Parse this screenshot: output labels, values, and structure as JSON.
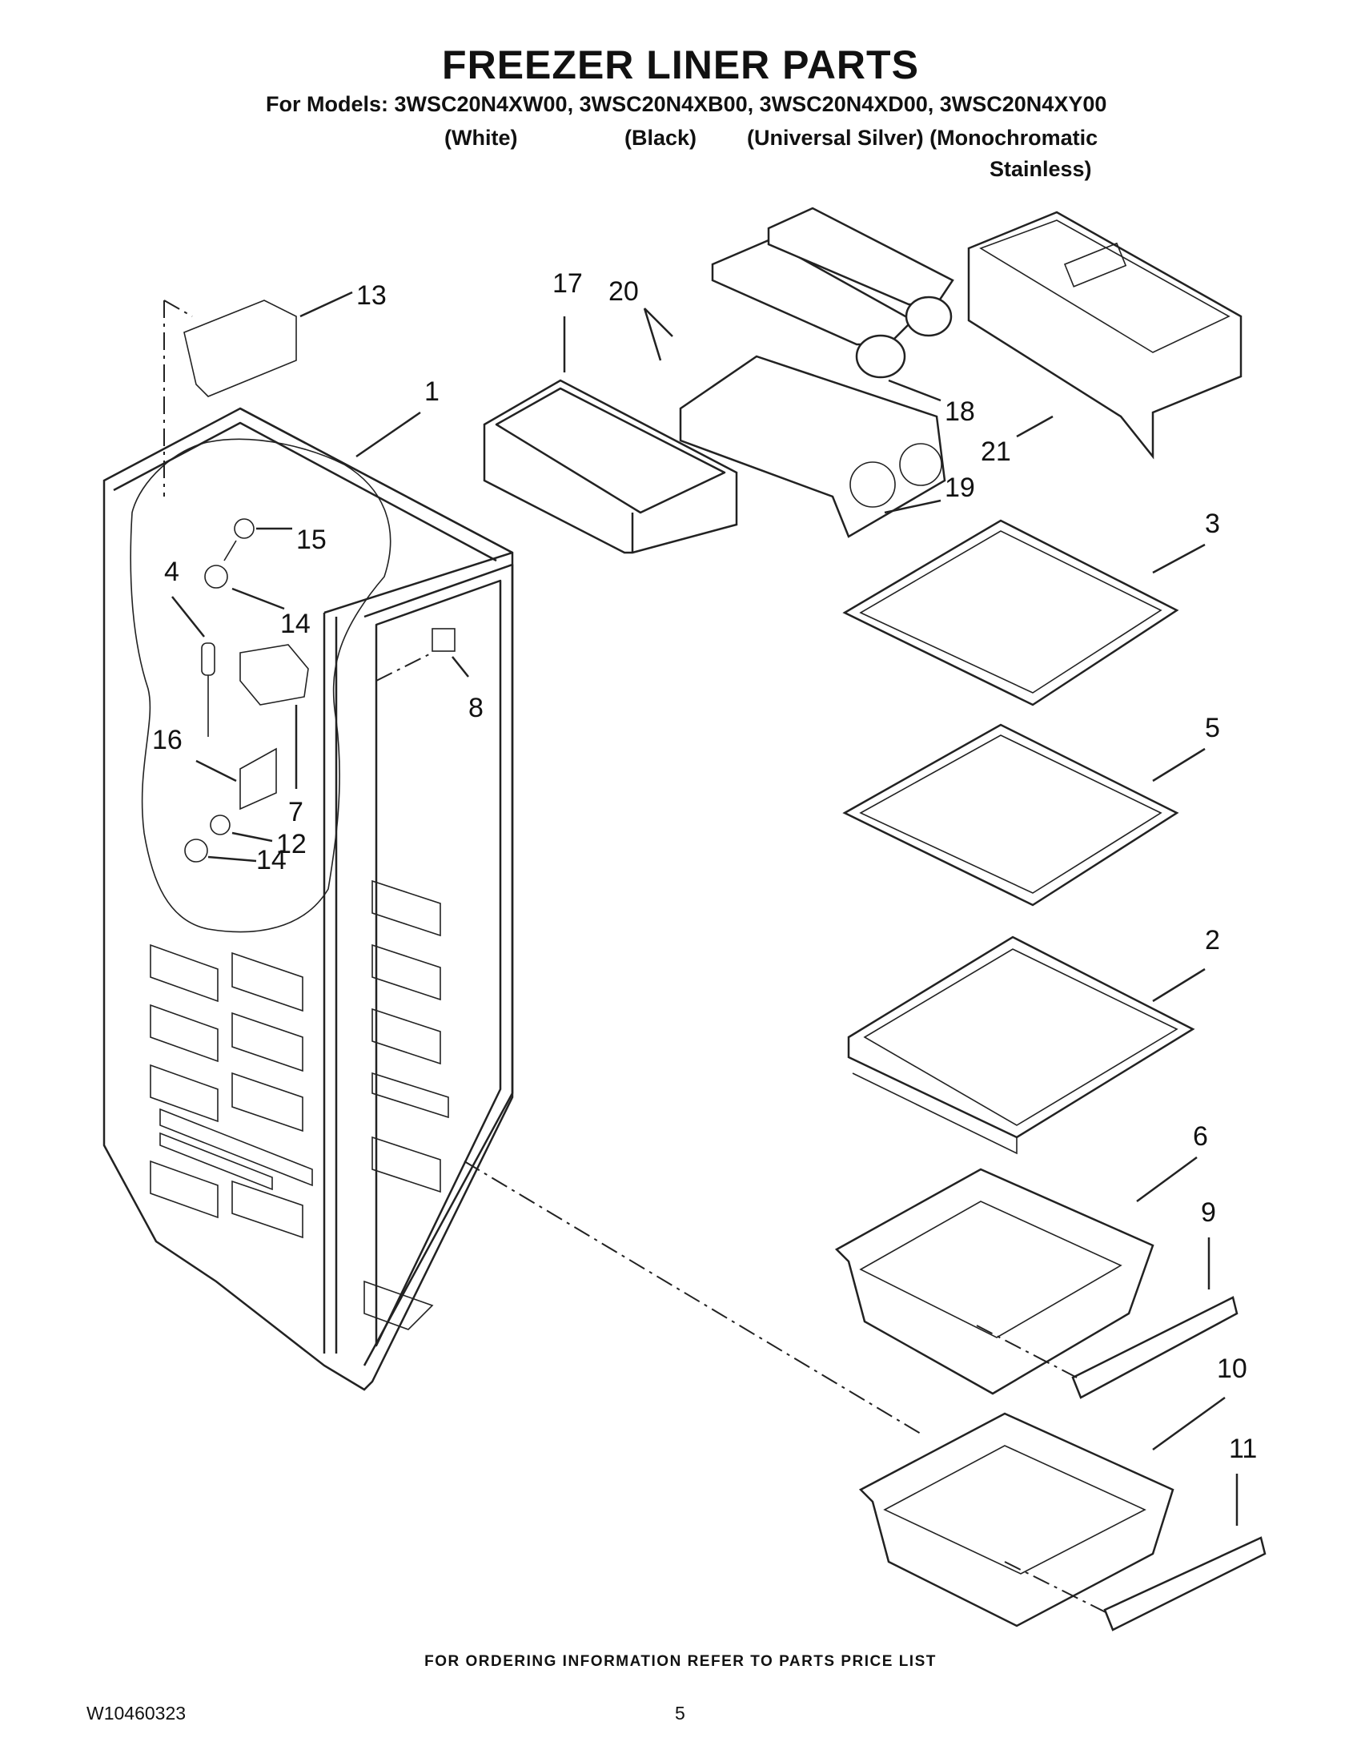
{
  "header": {
    "title": "FREEZER LINER PARTS",
    "models_line": "For Models: 3WSC20N4XW00, 3WSC20N4XB00, 3WSC20N4XD00, 3WSC20N4XY00",
    "variants": [
      "(White)",
      "(Black)",
      "(Universal Silver) (Monochromatic",
      "Stainless)"
    ]
  },
  "callouts": [
    "1",
    "2",
    "3",
    "4",
    "5",
    "6",
    "7",
    "8",
    "9",
    "10",
    "11",
    "12",
    "13",
    "14",
    "14",
    "15",
    "16",
    "17",
    "18",
    "19",
    "20",
    "21"
  ],
  "footer": {
    "note": "FOR ORDERING INFORMATION REFER TO PARTS PRICE LIST",
    "doc_id": "W10460323",
    "page": "5"
  }
}
